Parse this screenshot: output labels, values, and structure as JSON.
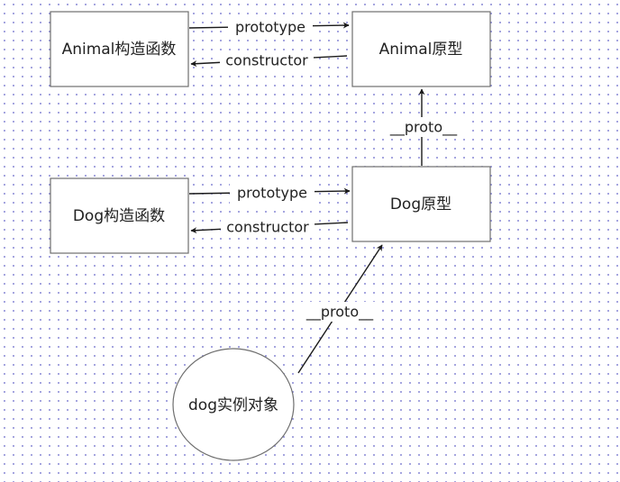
{
  "diagram": {
    "colors": {
      "grid_dot": "#8c8cd6",
      "node_border": "#6e6e6e",
      "edge": "#1a1a1a",
      "text": "#222222"
    },
    "nodes": {
      "animal_constructor": {
        "label": "Animal构造函数"
      },
      "animal_prototype": {
        "label": "Animal原型"
      },
      "dog_constructor": {
        "label": "Dog构造函数"
      },
      "dog_prototype": {
        "label": "Dog原型"
      },
      "dog_instance": {
        "label": "dog实例对象"
      }
    },
    "edges": {
      "animal_prototype_link": {
        "label": "prototype"
      },
      "animal_constructor_link": {
        "label": "constructor"
      },
      "dog_proto_to_animal": {
        "label": "__proto__"
      },
      "dog_prototype_link": {
        "label": "prototype"
      },
      "dog_constructor_link": {
        "label": "constructor"
      },
      "instance_proto_to_dog": {
        "label": "__proto__"
      }
    }
  }
}
